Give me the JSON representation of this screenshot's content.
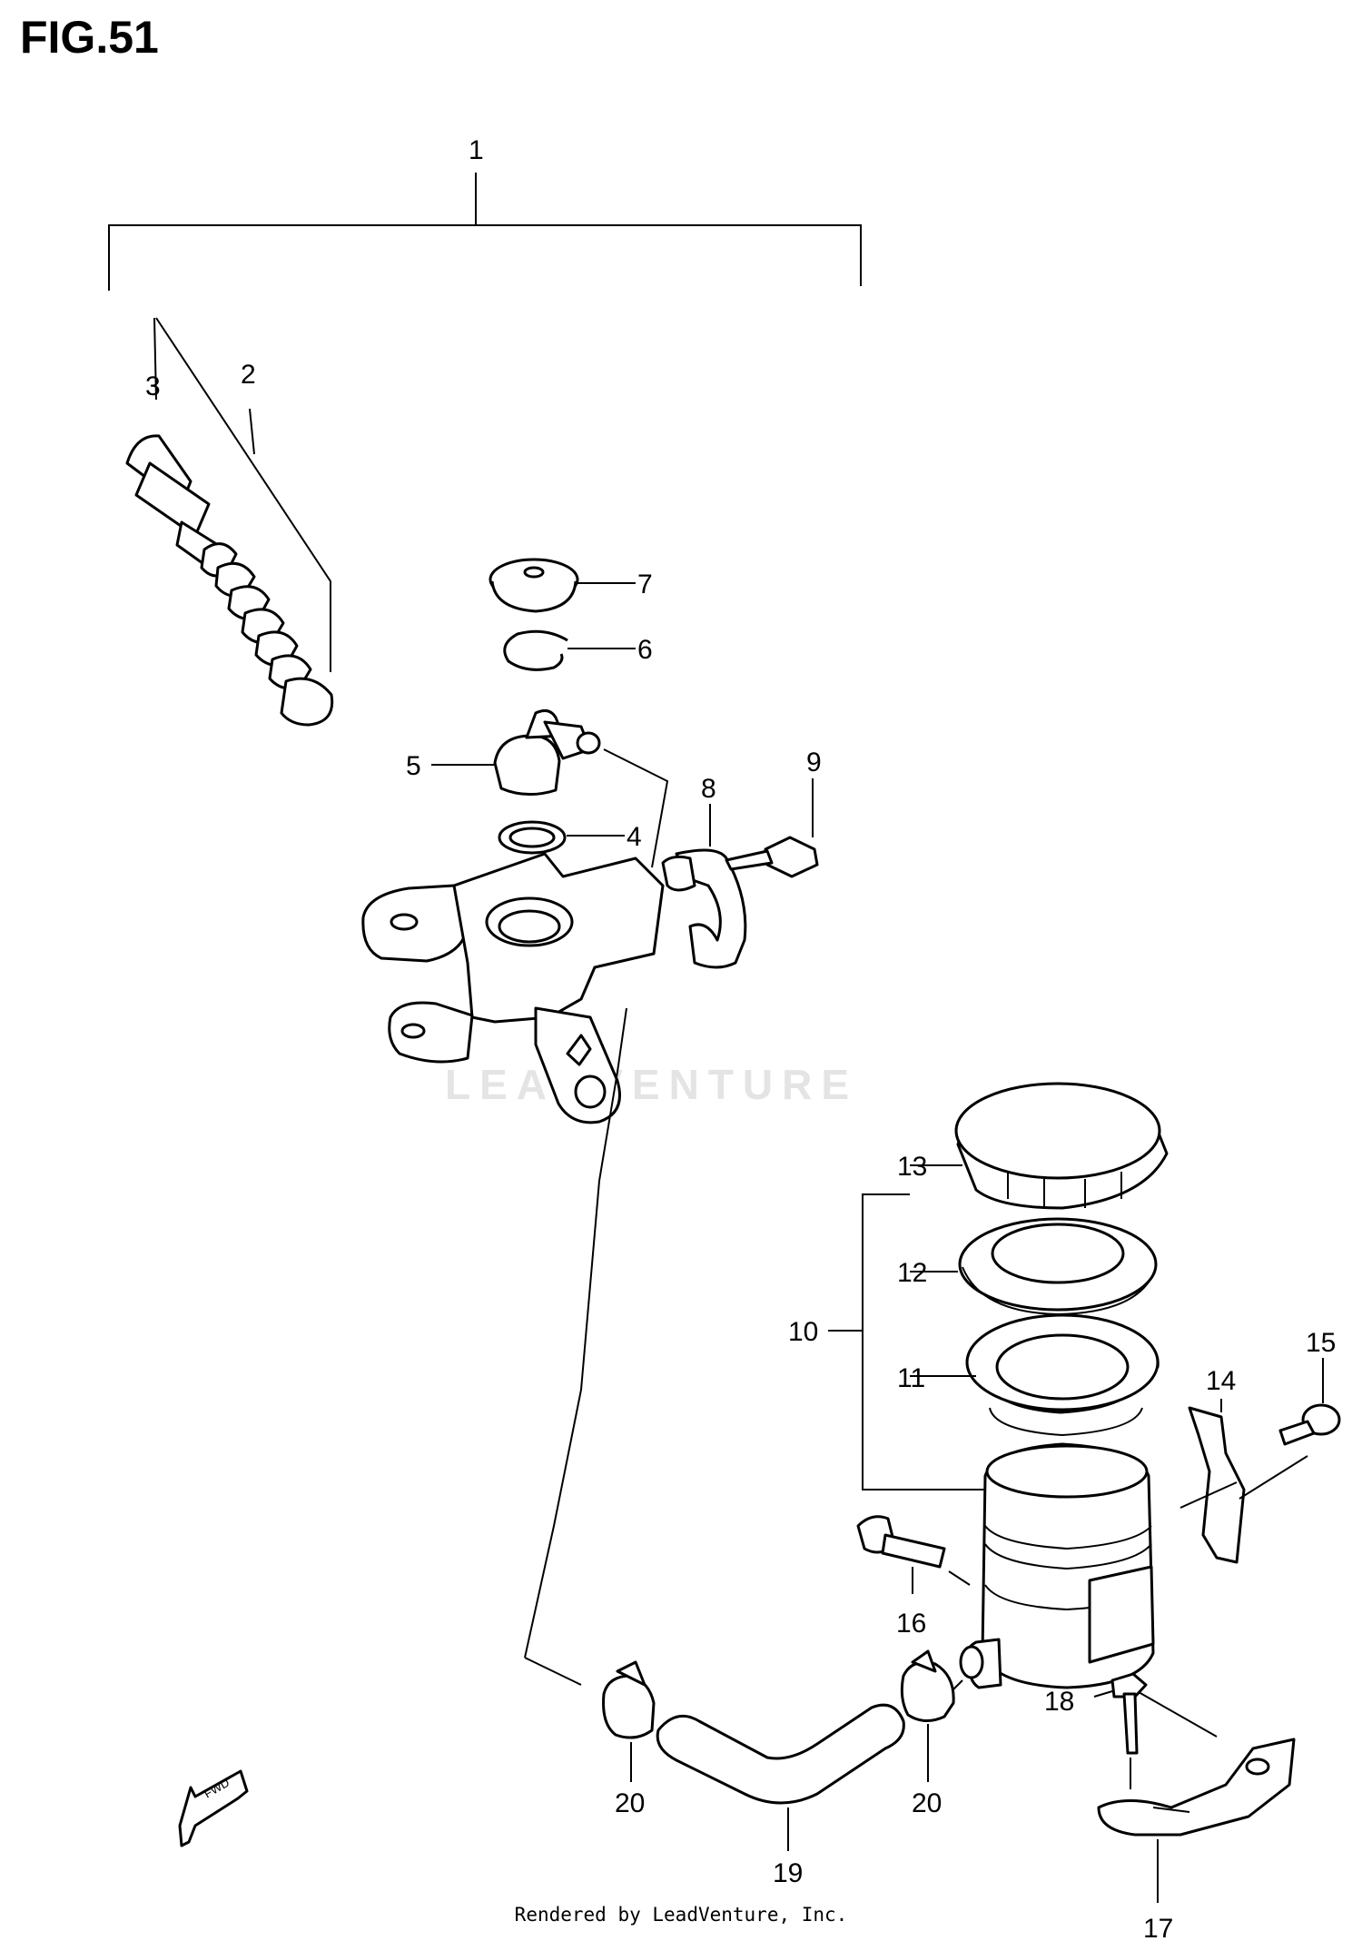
{
  "figure": {
    "title": "FIG.51",
    "watermark": "LEADVENTURE",
    "fwd_label": "FWD",
    "footer": "Rendered by LeadVenture, Inc."
  },
  "callouts": [
    {
      "id": "1",
      "text": "1"
    },
    {
      "id": "2",
      "text": "2"
    },
    {
      "id": "3",
      "text": "3"
    },
    {
      "id": "4",
      "text": "4"
    },
    {
      "id": "5",
      "text": "5"
    },
    {
      "id": "6",
      "text": "6"
    },
    {
      "id": "7",
      "text": "7"
    },
    {
      "id": "8",
      "text": "8"
    },
    {
      "id": "9",
      "text": "9"
    },
    {
      "id": "10",
      "text": "10"
    },
    {
      "id": "11",
      "text": "11"
    },
    {
      "id": "12",
      "text": "12"
    },
    {
      "id": "13",
      "text": "13"
    },
    {
      "id": "14",
      "text": "14"
    },
    {
      "id": "15",
      "text": "15"
    },
    {
      "id": "16",
      "text": "16"
    },
    {
      "id": "17",
      "text": "17"
    },
    {
      "id": "18",
      "text": "18"
    },
    {
      "id": "19",
      "text": "19"
    },
    {
      "id": "20a",
      "text": "20"
    },
    {
      "id": "20b",
      "text": "20"
    }
  ],
  "colors": {
    "ink": "#000000",
    "watermark": "#e4e4e4",
    "background": "#ffffff"
  }
}
